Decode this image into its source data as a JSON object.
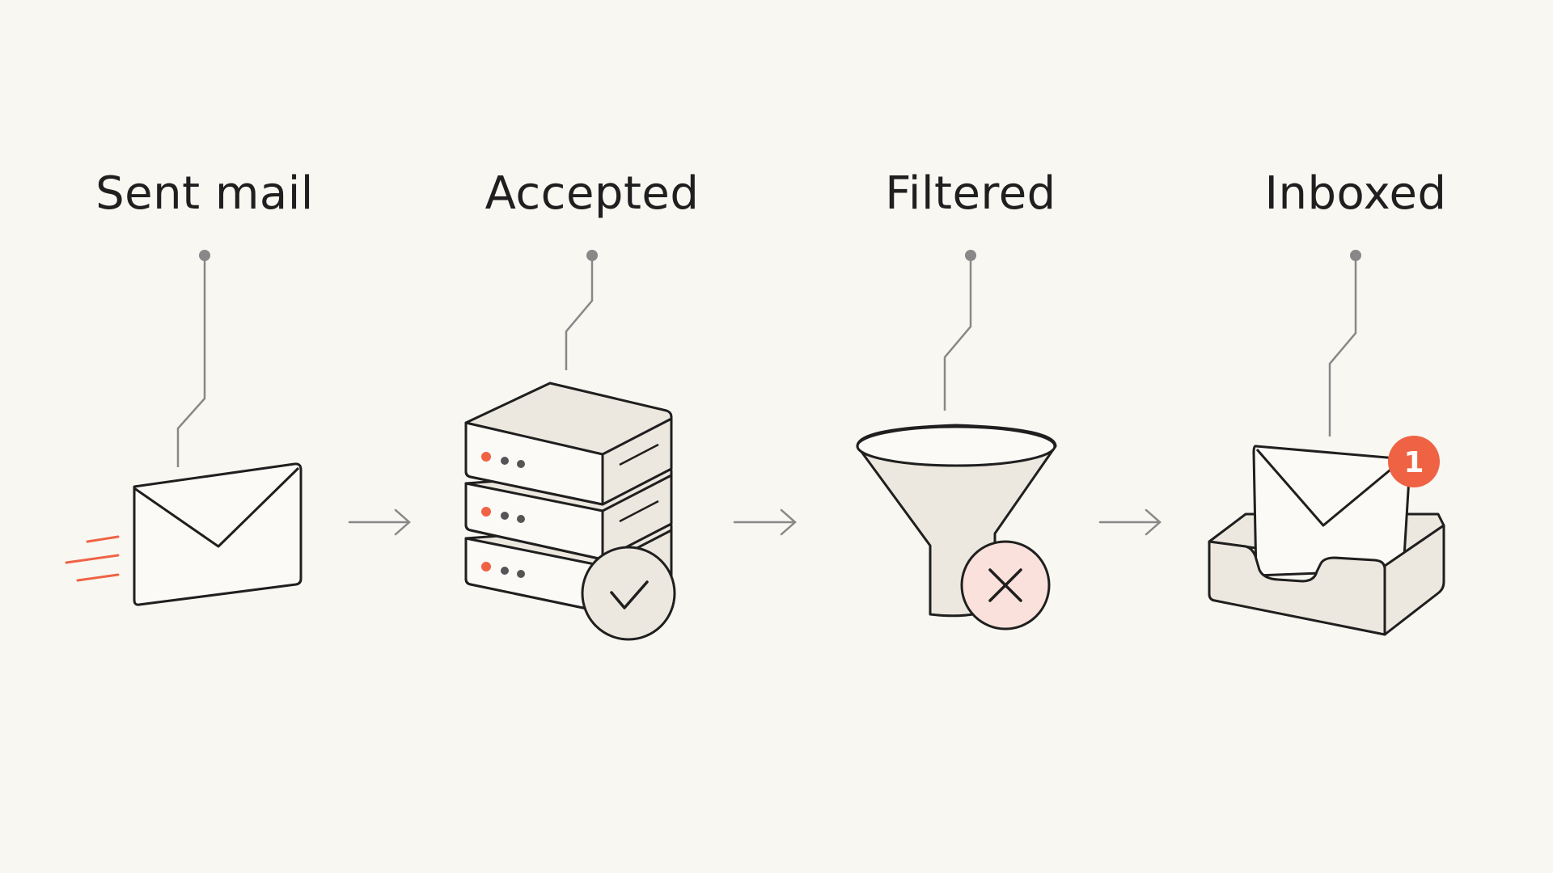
{
  "stages": [
    {
      "label": "Sent mail",
      "icon": "envelope-icon"
    },
    {
      "label": "Accepted",
      "icon": "server-stack-icon",
      "status": "check-icon"
    },
    {
      "label": "Filtered",
      "icon": "funnel-icon",
      "status": "x-icon"
    },
    {
      "label": "Inboxed",
      "icon": "inbox-tray-icon",
      "badge": "1"
    }
  ],
  "colors": {
    "background": "#f9f7f2",
    "stroke": "#1f1f1f",
    "fill": "#ede8df",
    "accent": "#ef6344",
    "connector": "#888888",
    "reject_fill": "#fbe1db"
  }
}
